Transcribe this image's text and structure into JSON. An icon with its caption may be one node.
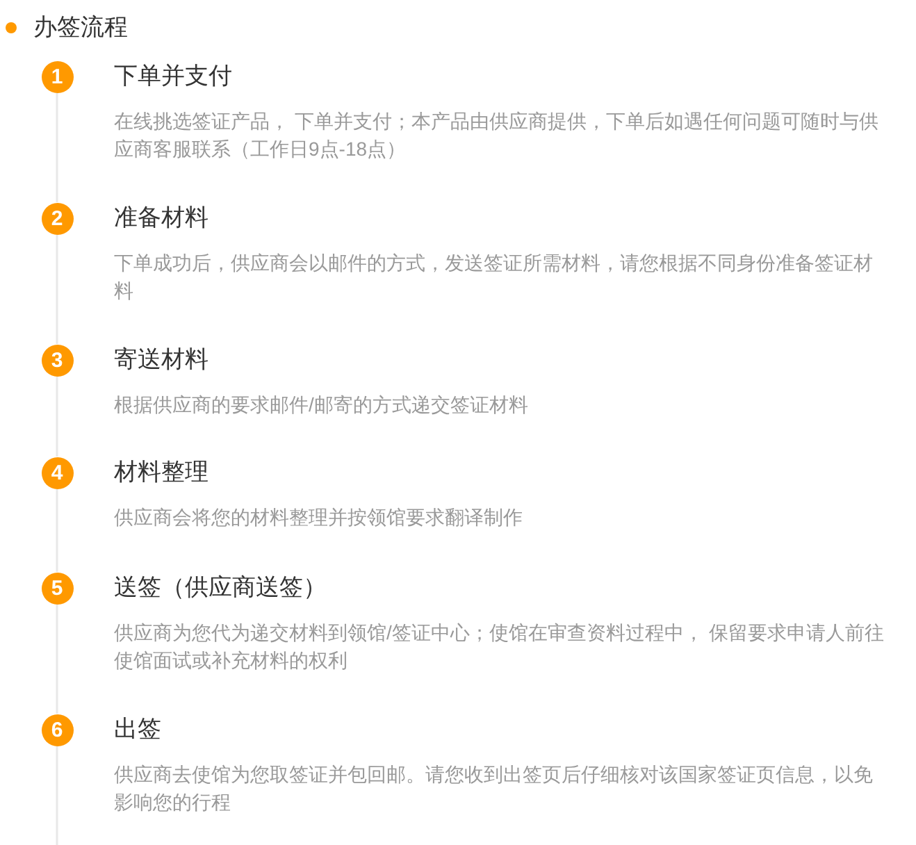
{
  "diagram": {
    "title": "办签流程",
    "nodes": [
      {
        "text": [
          "1"
        ],
        "beside": [
          "下单并支付",
          "在线挑选签证产品， 下单并支付；本产品由供应商提供，下单后如遇任何问题可随时与供应商客服联系（工作日9点-18点）"
        ]
      },
      {
        "text": [
          "2"
        ],
        "beside": [
          "准备材料",
          "下单成功后，供应商会以邮件的方式，发送签证所需材料，请您根据不同身份准备签证材料"
        ]
      },
      {
        "text": [
          "3"
        ],
        "beside": [
          "寄送材料",
          "根据供应商的要求邮件/邮寄的方式递交签证材料"
        ]
      },
      {
        "text": [
          "4"
        ],
        "beside": [
          "材料整理",
          "供应商会将您的材料整理并按领馆要求翻译制作"
        ]
      },
      {
        "text": [
          "5"
        ],
        "beside": [
          "送签（供应商送签）",
          "供应商为您代为递交材料到领馆/签证中心；使馆在审查资料过程中， 保留要求申请人前往使馆面试或补充材料的权利"
        ]
      },
      {
        "text": [
          "6"
        ],
        "beside": [
          "出签",
          "供应商去使馆为您取签证并包回邮。请您收到出签页后仔细核对该国家签证页信息，以免影响您的行程"
        ]
      }
    ],
    "edges": [
      {
        "from": 0,
        "to": 1,
        "arrow": "none"
      },
      {
        "from": 1,
        "to": 2,
        "arrow": "none"
      },
      {
        "from": 2,
        "to": 3,
        "arrow": "none"
      },
      {
        "from": 3,
        "to": 4,
        "arrow": "none"
      },
      {
        "from": 4,
        "to": 5,
        "arrow": "none"
      },
      {
        "from": 5,
        "to": null,
        "arrow": "none"
      }
    ]
  }
}
